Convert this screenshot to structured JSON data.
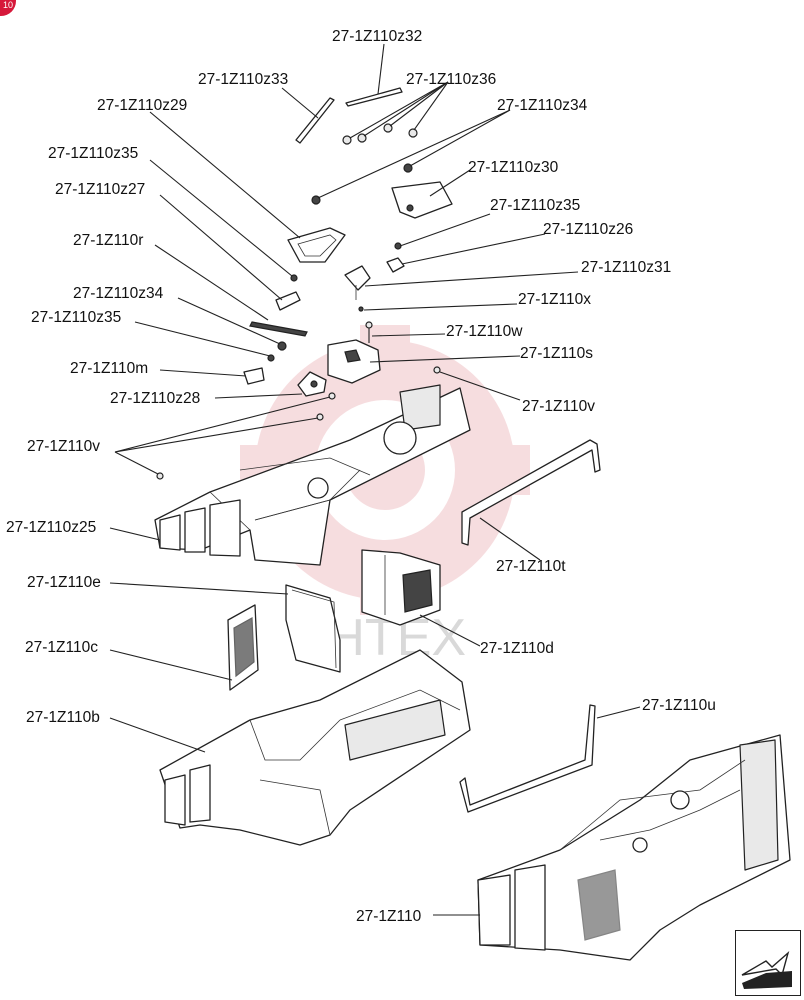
{
  "badge": {
    "text": "10"
  },
  "watermark": {
    "text": "ИНТЕХ",
    "color": "#e8a0a6"
  },
  "parts": [
    {
      "id": "p-z32",
      "label": "27-1Z110z32"
    },
    {
      "id": "p-z33",
      "label": "27-1Z110z33"
    },
    {
      "id": "p-z36",
      "label": "27-1Z110z36"
    },
    {
      "id": "p-z29",
      "label": "27-1Z110z29"
    },
    {
      "id": "p-z34a",
      "label": "27-1Z110z34"
    },
    {
      "id": "p-z35a",
      "label": "27-1Z110z35"
    },
    {
      "id": "p-z30",
      "label": "27-1Z110z30"
    },
    {
      "id": "p-z27",
      "label": "27-1Z110z27"
    },
    {
      "id": "p-z35b",
      "label": "27-1Z110z35"
    },
    {
      "id": "p-z26",
      "label": "27-1Z110z26"
    },
    {
      "id": "p-r",
      "label": "27-1Z110r"
    },
    {
      "id": "p-z31",
      "label": "27-1Z110z31"
    },
    {
      "id": "p-z34b",
      "label": "27-1Z110z34"
    },
    {
      "id": "p-x",
      "label": "27-1Z110x"
    },
    {
      "id": "p-z35c",
      "label": "27-1Z110z35"
    },
    {
      "id": "p-w",
      "label": "27-1Z110w"
    },
    {
      "id": "p-s",
      "label": "27-1Z110s"
    },
    {
      "id": "p-m",
      "label": "27-1Z110m"
    },
    {
      "id": "p-z28",
      "label": "27-1Z110z28"
    },
    {
      "id": "p-va",
      "label": "27-1Z110v"
    },
    {
      "id": "p-vb",
      "label": "27-1Z110v"
    },
    {
      "id": "p-z25",
      "label": "27-1Z110z25"
    },
    {
      "id": "p-t",
      "label": "27-1Z110t"
    },
    {
      "id": "p-e",
      "label": "27-1Z110e"
    },
    {
      "id": "p-c",
      "label": "27-1Z110c"
    },
    {
      "id": "p-d",
      "label": "27-1Z110d"
    },
    {
      "id": "p-b",
      "label": "27-1Z110b"
    },
    {
      "id": "p-u",
      "label": "27-1Z110u"
    },
    {
      "id": "p-main",
      "label": "27-1Z110"
    }
  ]
}
